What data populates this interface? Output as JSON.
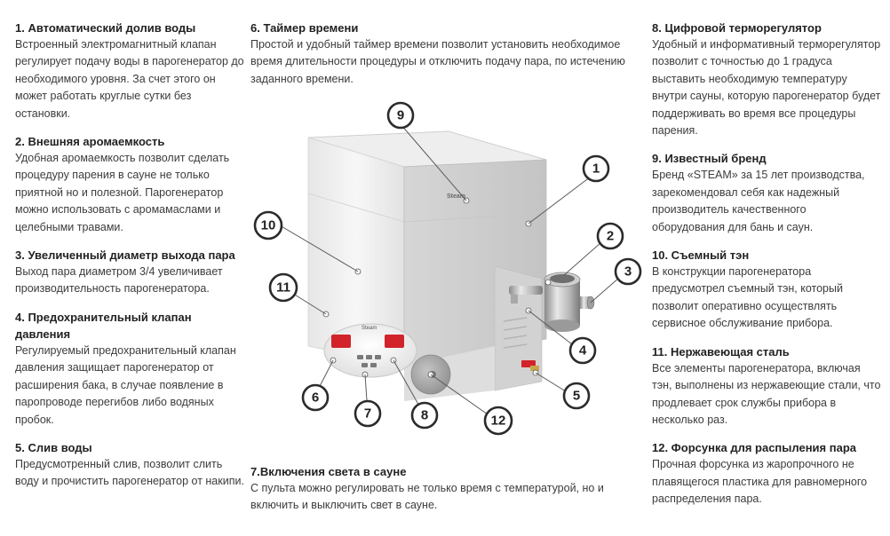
{
  "features": [
    {
      "id": "f1",
      "title": "1. Автоматический долив воды",
      "text": "Встроенный электромагнитный клапан регулирует подачу воды в парогенератор до необходимого уровня. За счет этого он может работать круглые сутки без остановки."
    },
    {
      "id": "f2",
      "title": "2. Внешняя аромаемкость",
      "text": "Удобная аромаемкость позволит сделать процедуру парения в сауне не только приятной но и полезной. Парогенератор можно использовать с аромамаслами и целебными травами."
    },
    {
      "id": "f3",
      "title": "3. Увеличенный диаметр выхода пара",
      "text": "Выход пара диаметром 3/4 увеличивает производительность парогенератора."
    },
    {
      "id": "f4",
      "title": "4. Предохранительный клапан давления",
      "text": "Регулируемый предохранительный клапан давления защищает парогенератор от расширения бака, в случае появление в паропроводе перегибов либо водяных пробок."
    },
    {
      "id": "f5",
      "title": "5. Слив воды",
      "text": "Предусмотренный слив, позволит слить воду и прочистить парогенератор от накипи."
    },
    {
      "id": "f6",
      "title": "6. Таймер времени",
      "text": "Простой и удобный таймер времени позволит установить необходимое время длительности процедуры и отключить подачу пара, по истечению заданного времени."
    },
    {
      "id": "f7",
      "title": "7.Включения света в сауне",
      "text": "С пульта можно регулировать не только время с температурой, но и включить и выключить свет в сауне."
    },
    {
      "id": "f8",
      "title": "8. Цифровой терморегулятор",
      "text": "Удобный и информативный терморегулятор позволит с точностью до 1 градуса выставить необходимую температуру внутри сауны, которую парогенератор будет поддерживать во время все процедуры парения."
    },
    {
      "id": "f9",
      "title": "9. Известный бренд",
      "text": "Бренд «STEAM» за 15 лет производства, зарекомендовал себя как надежный производитель качественного оборудования для бань и саун."
    },
    {
      "id": "f10",
      "title": "10. Съемный тэн",
      "text": "В конструкции парогенератора предусмотрел съемный тэн, который позволит оперативно осуществлять сервисное обслуживание прибора."
    },
    {
      "id": "f11",
      "title": "11. Нержавеющая сталь",
      "text": "Все элементы парогенератора, включая тэн, выполнены из нержавеющие стали, что продлевает срок службы прибора в несколько раз."
    },
    {
      "id": "f12",
      "title": "12. Форсунка для распыления пара",
      "text": "Прочная форсунка из жаропрочного не плавящегося пластика для равномерного распределения пара."
    }
  ],
  "callouts": [
    "1",
    "2",
    "3",
    "4",
    "5",
    "6",
    "7",
    "8",
    "9",
    "10",
    "11",
    "12"
  ],
  "brand_label": "Steam",
  "panel_brand": "Steam",
  "colors": {
    "text": "#3c3c3c",
    "heading": "#222222",
    "cabinet": "#f1f1f1",
    "display": "#d2232a"
  }
}
